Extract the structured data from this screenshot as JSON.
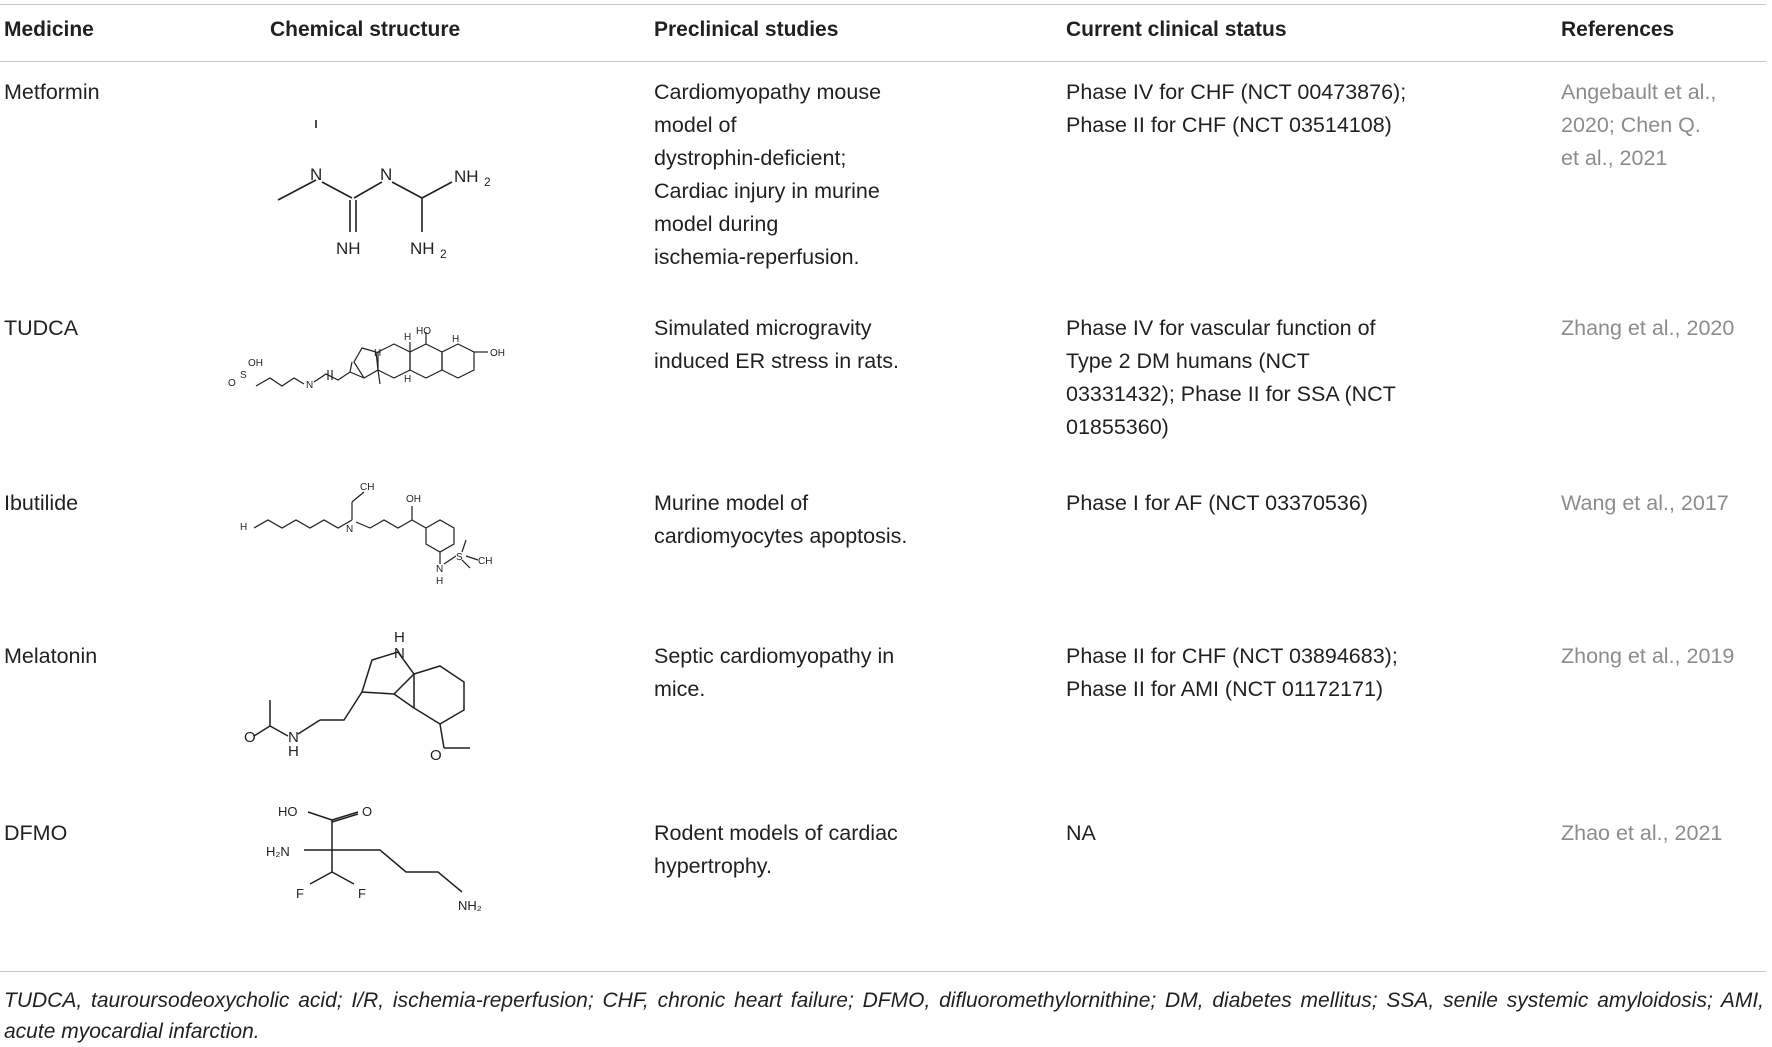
{
  "headers": {
    "medicine": "Medicine",
    "structure": "Chemical structure",
    "preclinical": "Preclinical studies",
    "clinical": "Current clinical status",
    "references": "References"
  },
  "rows": [
    {
      "medicine": "Metformin",
      "preclinical": [
        "Cardiomyopathy mouse",
        "model of",
        "dystrophin-deficient;",
        "Cardiac injury in murine",
        "model during",
        "ischemia-reperfusion."
      ],
      "clinical": [
        "Phase IV for CHF (NCT 00473876);",
        "Phase II for CHF (NCT 03514108)"
      ],
      "references": [
        "Angebault et al.,",
        "2020; Chen  Q.",
        "et al., 2021"
      ],
      "atoms": {
        "n1": "N",
        "n2": "N",
        "nh2a": "NH",
        "nh": "NH",
        "nh2b": "NH"
      }
    },
    {
      "medicine": "TUDCA",
      "preclinical": [
        "Simulated microgravity",
        "induced ER stress in rats."
      ],
      "clinical": [
        "Phase IV for vascular function of",
        "Type 2 DM humans (NCT",
        "03331432); Phase II for SSA (NCT",
        "01855360)"
      ],
      "references": [
        "Zhang et al., 2020"
      ],
      "atoms": {
        "ho": "HO",
        "oh": "OH",
        "oh2": "OH",
        "n": "N",
        "o": "O",
        "s": "S",
        "h1": "H",
        "h2": "H",
        "h3": "H",
        "h4": "H"
      }
    },
    {
      "medicine": "Ibutilide",
      "preclinical": [
        "Murine model of",
        "cardiomyocytes apoptosis."
      ],
      "clinical": [
        "Phase I for AF (NCT 03370536)"
      ],
      "references": [
        "Wang et al., 2017"
      ],
      "atoms": {
        "h3c": "H",
        "n": "N",
        "ch3": "CH",
        "oh": "OH",
        "nh": "N",
        "h": "H",
        "s": "S",
        "ch3b": "CH"
      }
    },
    {
      "medicine": "Melatonin",
      "preclinical": [
        "Septic cardiomyopathy in",
        "mice."
      ],
      "clinical": [
        "Phase II for CHF (NCT 03894683);",
        "Phase II for AMI (NCT 01172171)"
      ],
      "references": [
        "Zhong et al., 2019"
      ],
      "atoms": {
        "h": "H",
        "n": "N",
        "nh": "N",
        "hh": "H",
        "o": "O",
        "o2": "O"
      }
    },
    {
      "medicine": "DFMO",
      "preclinical": [
        "Rodent models of cardiac",
        "hypertrophy."
      ],
      "clinical": [
        "NA"
      ],
      "references": [
        "Zhao et al., 2021"
      ],
      "atoms": {
        "ho": "HO",
        "o": "O",
        "h2n": "H₂N",
        "f1": "F",
        "f2": "F",
        "nh2": "NH₂"
      }
    }
  ],
  "footnote": "TUDCA, tauroursodeoxycholic acid; I/R, ischemia-reperfusion; CHF, chronic heart failure; DFMO, difluoromethylornithine; DM, diabetes mellitus; SSA, senile systemic amyloidosis; AMI, acute myocardial infarction."
}
